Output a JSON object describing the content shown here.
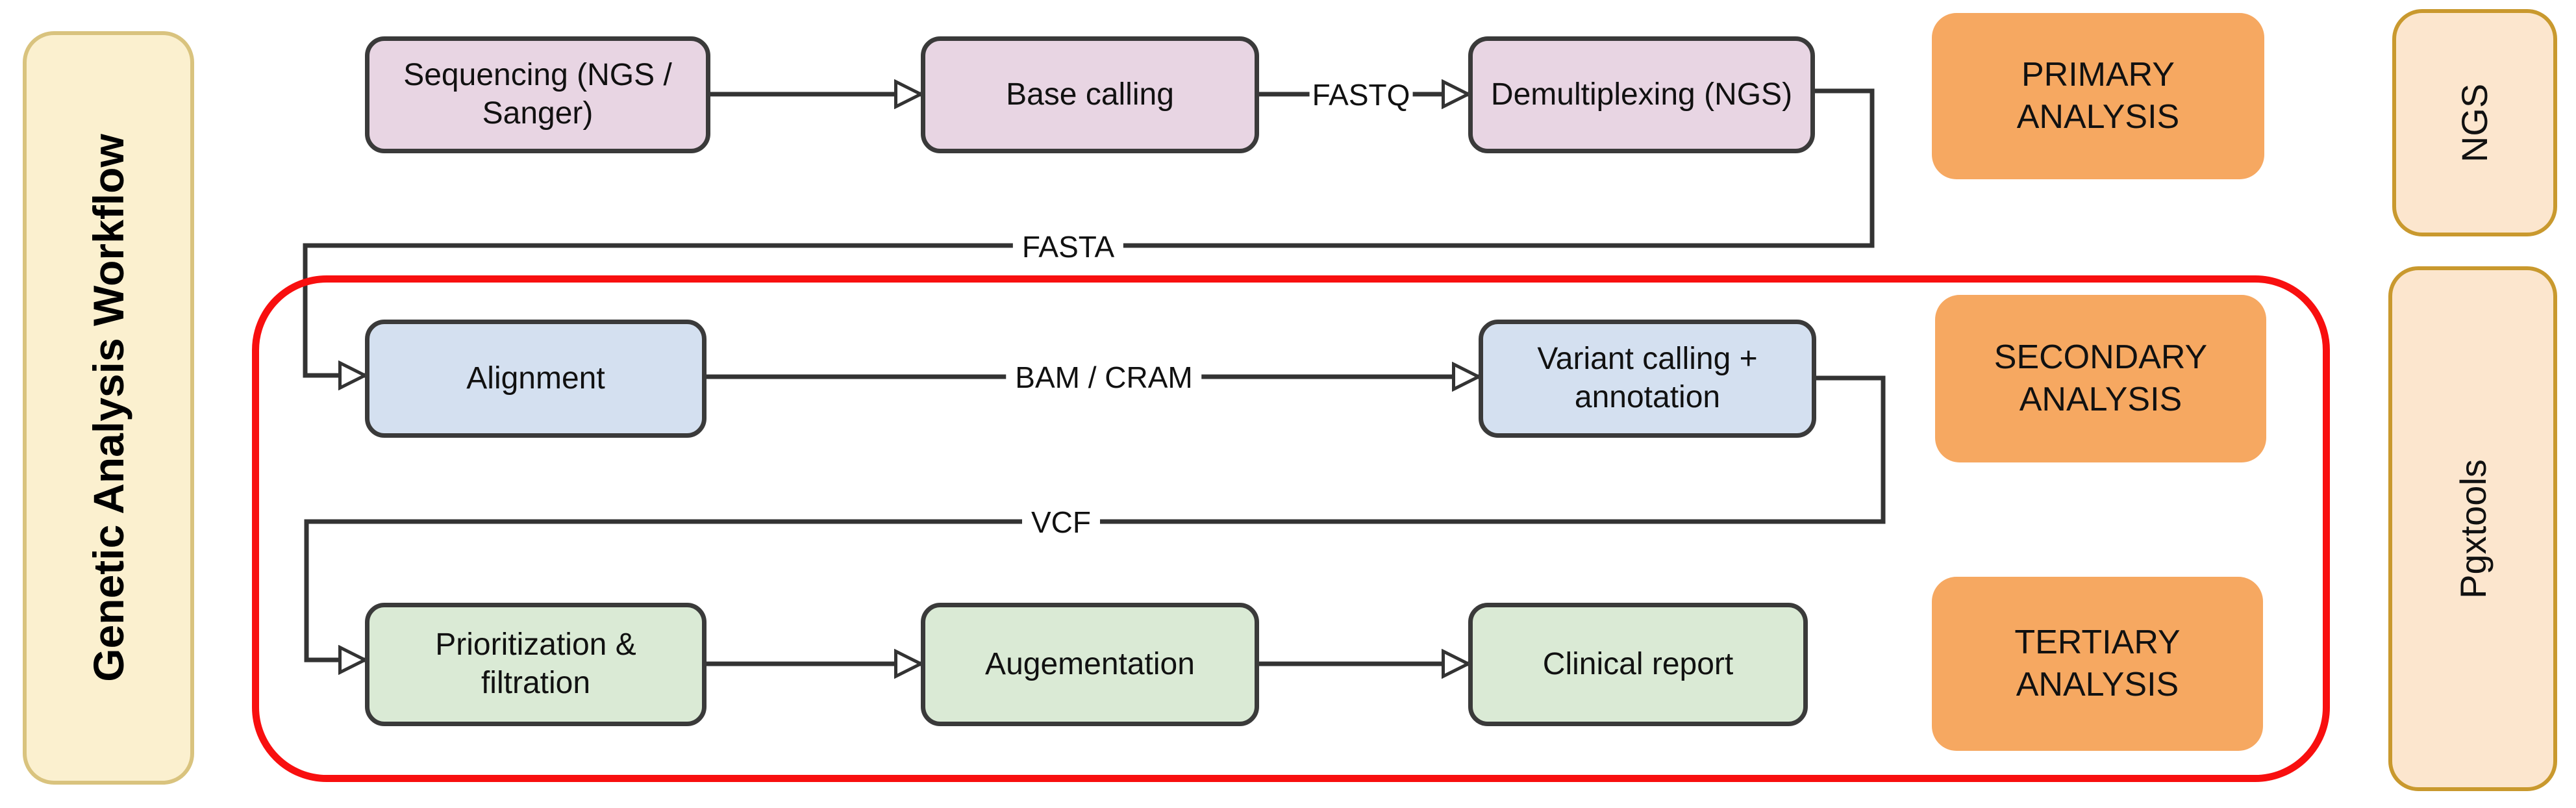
{
  "diagram": {
    "title": "Genetic Analysis Workflow",
    "nodes": {
      "sequencing": "Sequencing (NGS / Sanger)",
      "base_calling": "Base calling",
      "demultiplexing": "Demultiplexing (NGS)",
      "alignment": "Alignment",
      "variant_calling": "Variant calling + annotation",
      "prioritization": "Prioritization & filtration",
      "augmentation": "Augementation",
      "clinical_report": "Clinical report"
    },
    "stages": {
      "primary": "PRIMARY ANALYSIS",
      "secondary": "SECONDARY ANALYSIS",
      "tertiary": "TERTIARY ANALYSIS"
    },
    "side_labels": {
      "ngs": "NGS",
      "pgxtools": "Pgxtools"
    },
    "edge_labels": {
      "fastq": "FASTQ",
      "fasta": "FASTA",
      "bam_cram": "BAM / CRAM",
      "vcf": "VCF"
    }
  },
  "colors": {
    "pink": "#E8D5E3",
    "blue": "#D4E0F0",
    "green": "#DAEAD5",
    "orange": "#F6A861",
    "peach": "#FCE6CE",
    "gold": "#C9992E",
    "cream": "#FBF0CF",
    "cream-border": "#D9C37E",
    "node-border": "#3A3A3A",
    "line": "#333333",
    "red": "#F80F0F"
  }
}
